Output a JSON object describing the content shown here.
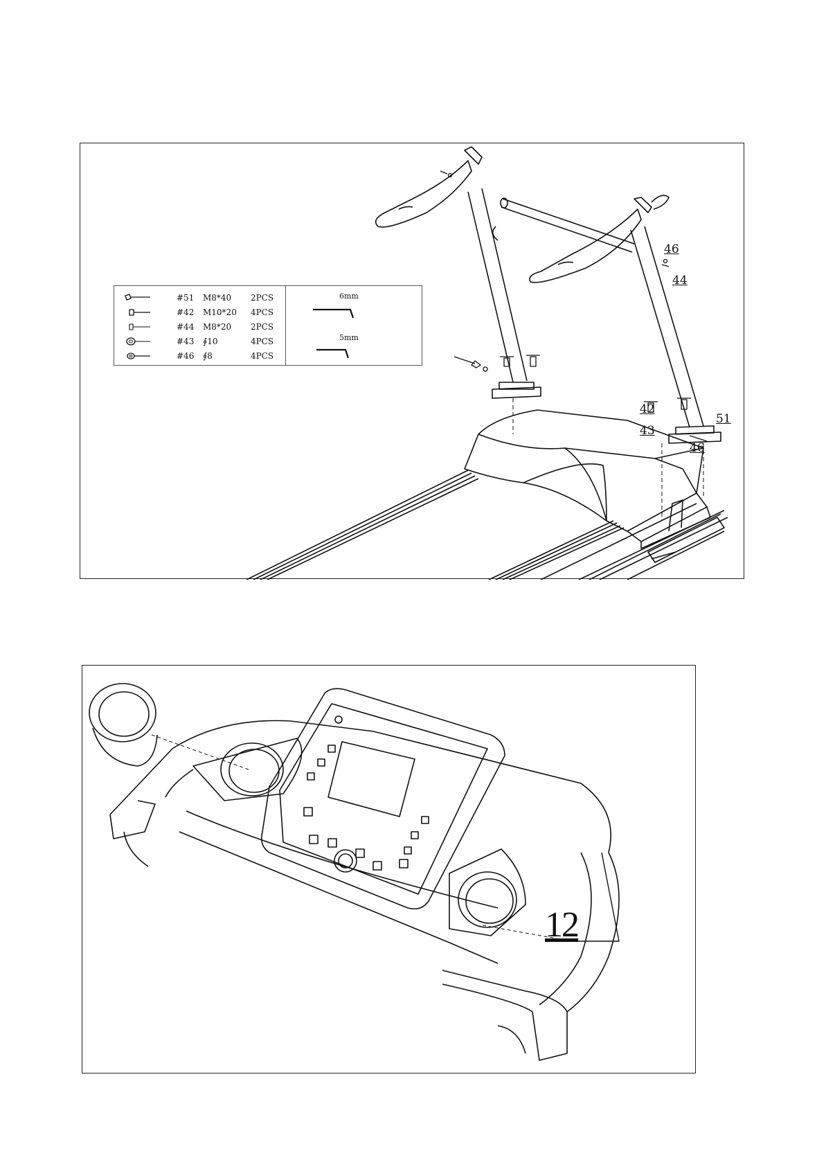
{
  "figure1": {
    "parts": [
      {
        "code": "#51",
        "size": "M8*40",
        "qty": "2PCS",
        "icon": "long-bolt-icon"
      },
      {
        "code": "#42",
        "size": "M10*20",
        "qty": "4PCS",
        "icon": "bolt-icon"
      },
      {
        "code": "#44",
        "size": "M8*20",
        "qty": "2PCS",
        "icon": "short-bolt-icon"
      },
      {
        "code": "#43",
        "size": "∮10",
        "qty": "4PCS",
        "icon": "washer-icon"
      },
      {
        "code": "#46",
        "size": "∮8",
        "qty": "4PCS",
        "icon": "small-washer-icon"
      }
    ],
    "tools": [
      {
        "label": "6mm",
        "icon": "hex-key-icon"
      },
      {
        "label": "5mm",
        "icon": "hex-key-icon"
      }
    ],
    "callouts": {
      "c46_top": "46",
      "c44": "44",
      "c42": "42",
      "c43": "43",
      "c51": "51",
      "c46_bottom": "46"
    }
  },
  "figure2": {
    "callout": "12"
  }
}
